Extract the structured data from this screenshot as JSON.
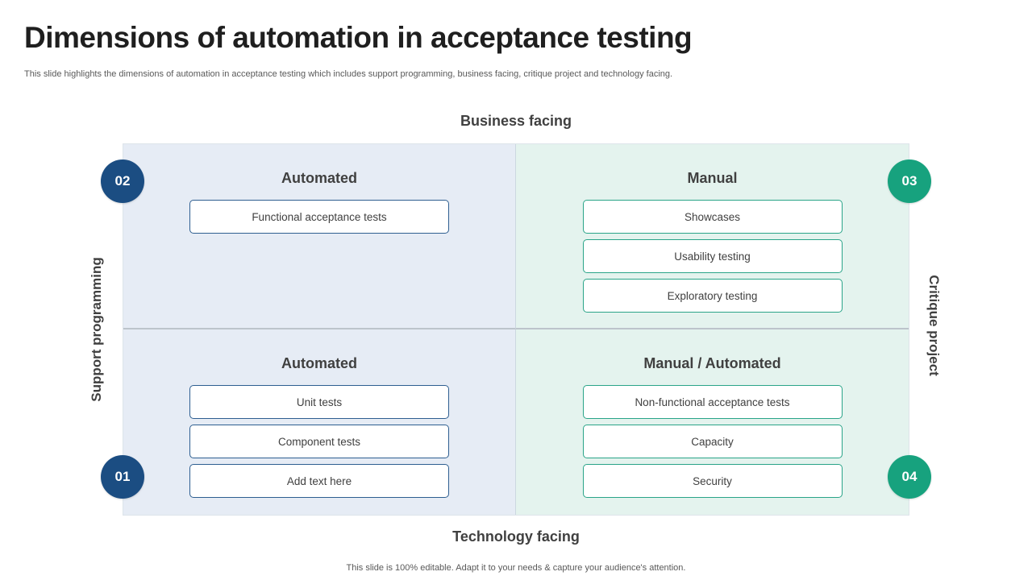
{
  "slide": {
    "title": "Dimensions of automation in acceptance testing",
    "subtitle": "This slide highlights the dimensions of automation in acceptance testing which includes support programming, business facing, critique project and technology facing.",
    "footer": "This slide is 100% editable. Adapt it to your needs & capture your audience's attention."
  },
  "axes": {
    "top": "Business facing",
    "bottom": "Technology facing",
    "left": "Support programming",
    "right": "Critique project"
  },
  "quadrants": [
    {
      "position": "top-left",
      "heading": "Automated",
      "badge": "02",
      "items": [
        "Functional acceptance tests"
      ]
    },
    {
      "position": "top-right",
      "heading": "Manual",
      "badge": "03",
      "items": [
        "Showcases",
        "Usability testing",
        "Exploratory testing"
      ]
    },
    {
      "position": "bottom-left",
      "heading": "Automated",
      "badge": "01",
      "items": [
        "Unit tests",
        "Component tests",
        "Add text here"
      ]
    },
    {
      "position": "bottom-right",
      "heading": "Manual / Automated",
      "badge": "04",
      "items": [
        "Non-functional acceptance tests",
        "Capacity",
        "Security"
      ]
    }
  ],
  "colors": {
    "badge_blue": "#1b4d82",
    "badge_green": "#17a27e",
    "quadrant_blue_bg": "#e6ecf5",
    "quadrant_green_bg": "#e4f3ee",
    "box_border_blue": "#2e5e90",
    "box_border_green": "#2aa488",
    "heading_text": "#404040",
    "muted_text": "#595959"
  }
}
